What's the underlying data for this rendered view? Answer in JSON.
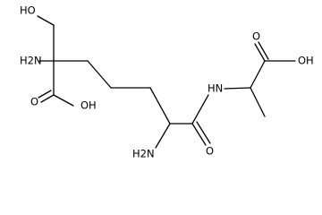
{
  "atoms": {
    "hydroxyl_top": "HO",
    "amine_upper_left": "H2N",
    "acid_left": "OH",
    "carbonyl_o_left": "O",
    "amide_nh": "HN",
    "amine_bottom": "H2N",
    "carbonyl_o_amide": "O",
    "carbonyl_o_right": "O",
    "acid_right": "OH"
  },
  "colors": {
    "ink": "#000000",
    "background": "#ffffff"
  }
}
